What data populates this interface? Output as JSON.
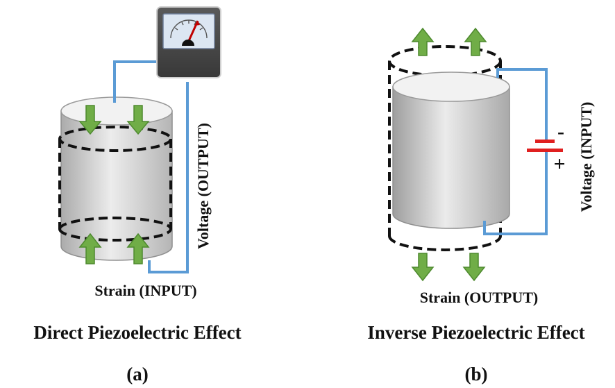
{
  "colors": {
    "wire": "#5b9bd5",
    "arrow_fill": "#70ad47",
    "arrow_stroke": "#4e8a2f",
    "cylinder_top": "#f2f2f2",
    "cylinder_body_dark": "#a6a6a6",
    "meter_body": "#4a4a4a",
    "meter_face": "#dce6f2",
    "needle": "#c00000",
    "battery_plate": "#e02020"
  },
  "panel_a": {
    "title": "Direct Piezoelectric Effect",
    "caption": "(a)",
    "strain_label": "Strain (INPUT)",
    "voltage_label": "Voltage (OUTPUT)",
    "icons": [
      "voltmeter-icon",
      "compress-arrow-icon",
      "strain-arrow-icon"
    ]
  },
  "panel_b": {
    "title": "Inverse Piezoelectric Effect",
    "caption": "(b)",
    "strain_label": "Strain (OUTPUT)",
    "voltage_label": "Voltage (INPUT)",
    "battery_minus": "-",
    "battery_plus": "+",
    "icons": [
      "battery-icon",
      "expand-arrow-icon"
    ]
  }
}
